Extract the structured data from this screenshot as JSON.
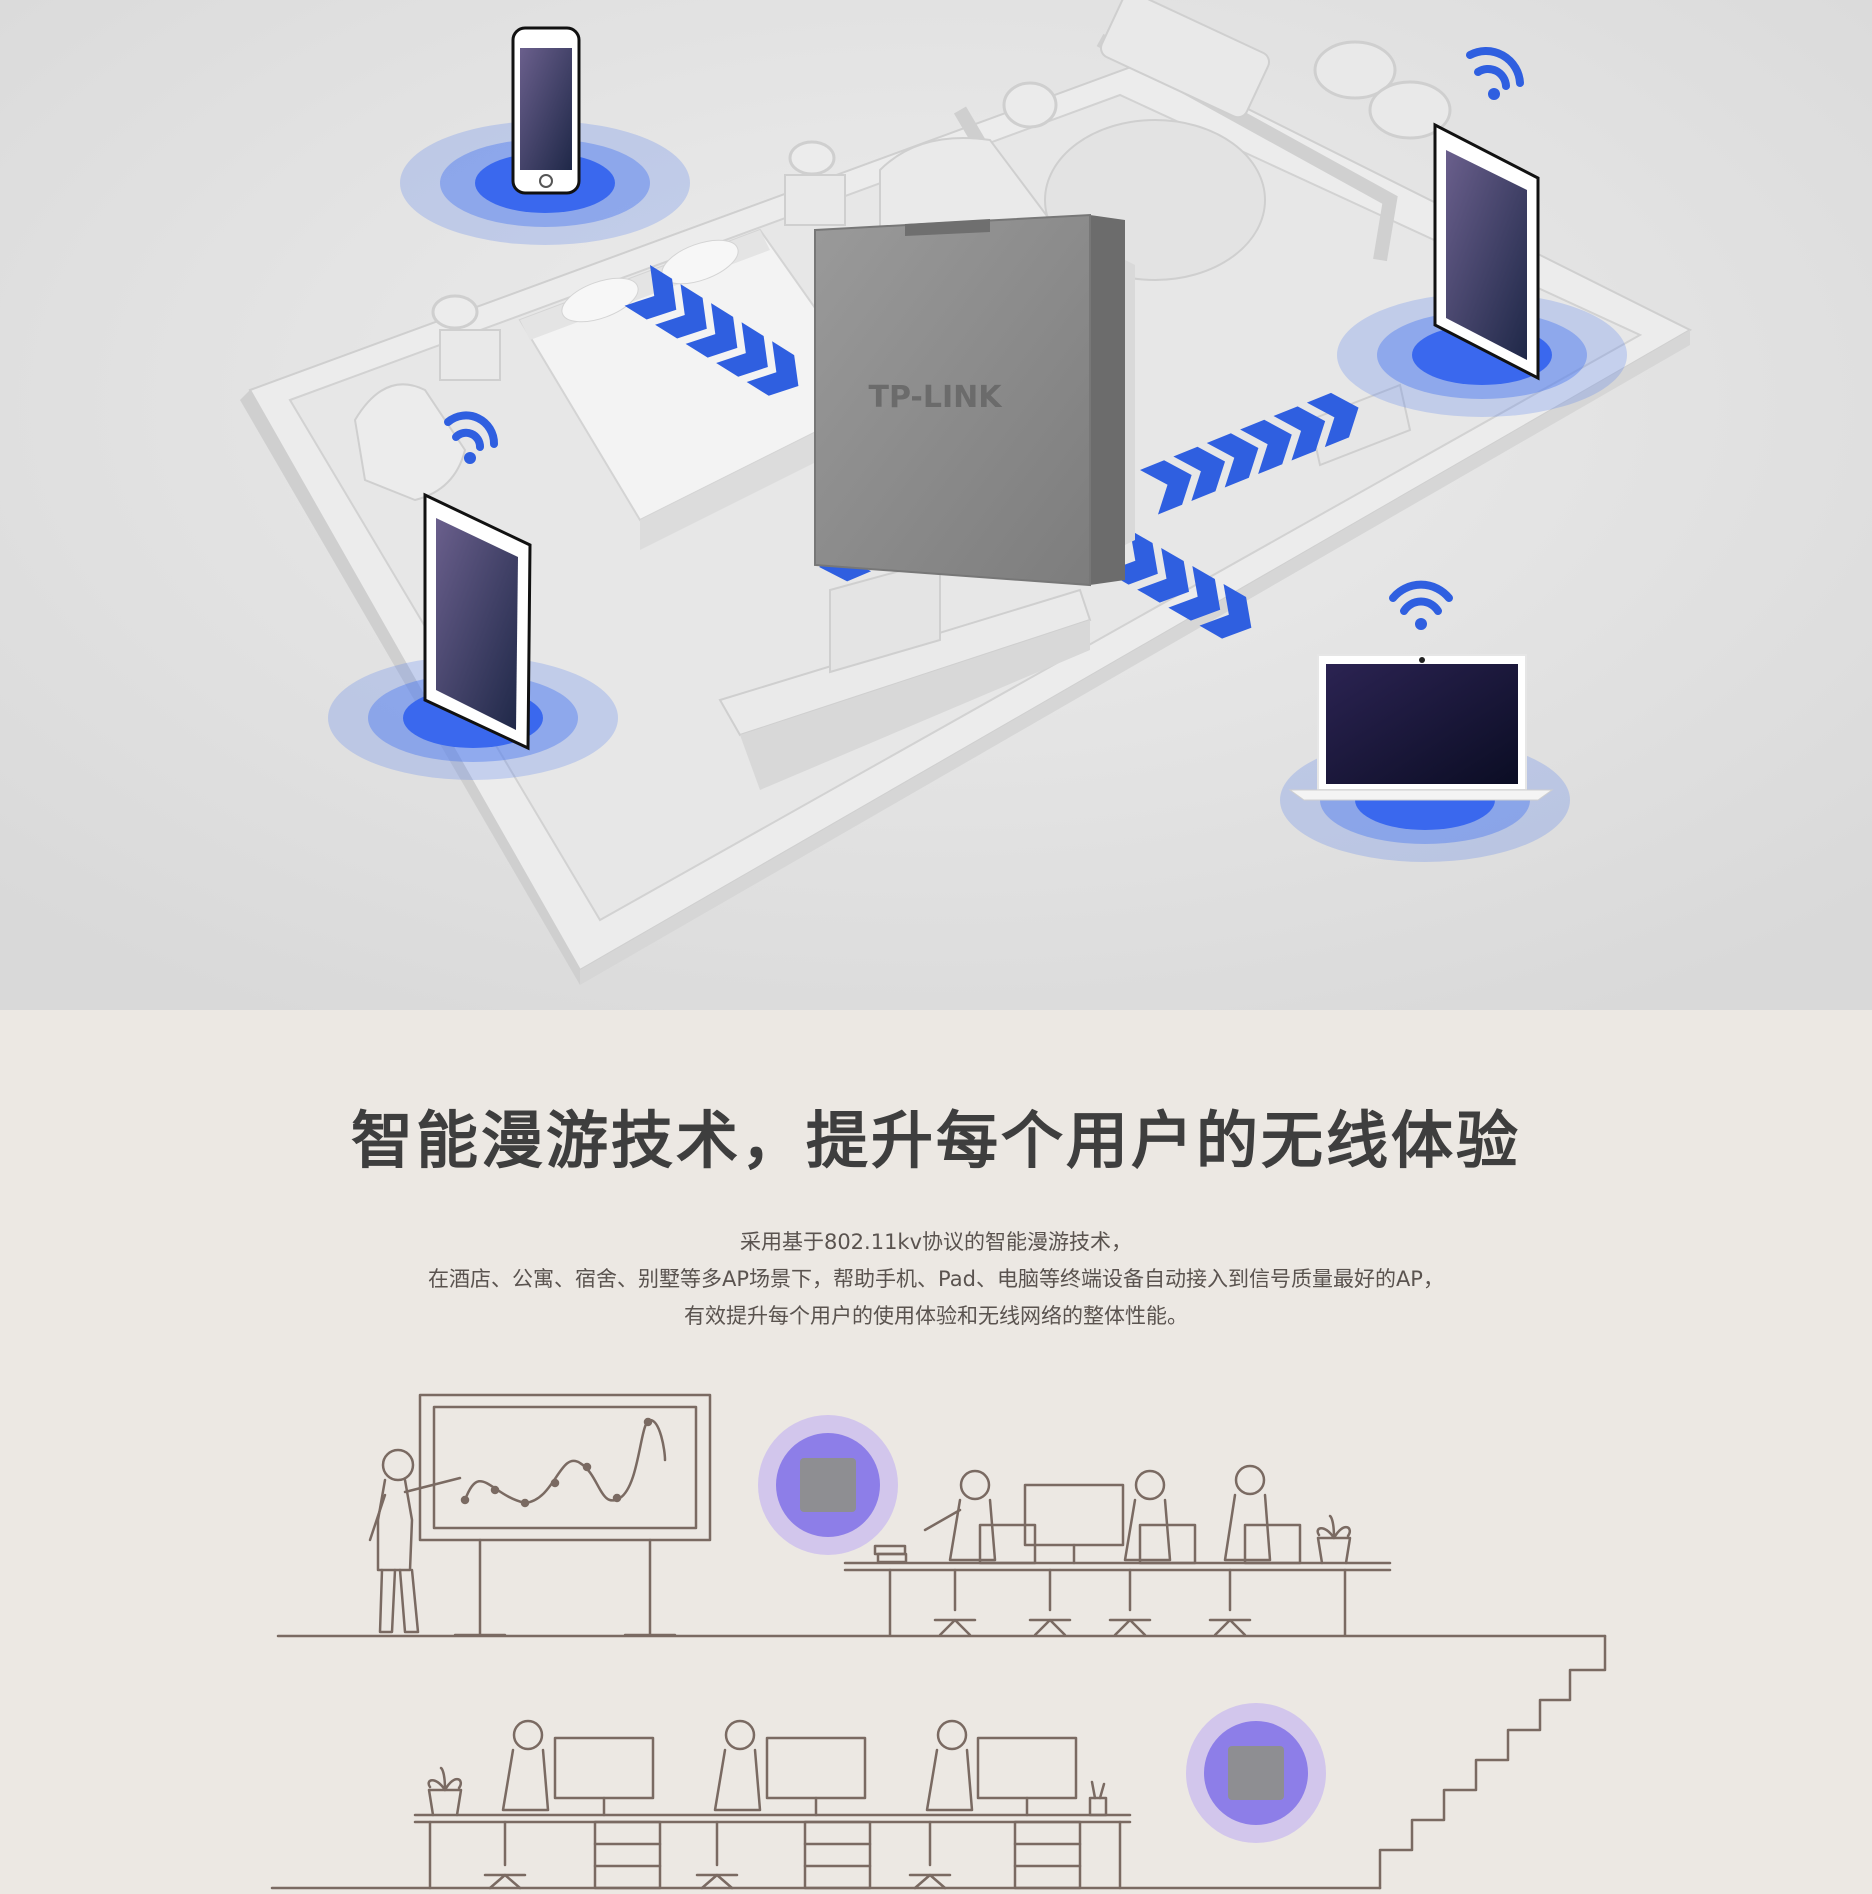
{
  "hero": {
    "device_brand": "TP-LINK"
  },
  "heading": "智能漫游技术，提升每个用户的无线体验",
  "description": [
    "采用基于802.11kv协议的智能漫游技术，",
    "在酒店、公寓、宿舍、别墅等多AP场景下，帮助手机、Pad、电脑等终端设备自动接入到信号质量最好的AP，",
    "有效提升每个用户的使用体验和无线网络的整体性能。"
  ],
  "colors": {
    "accent_blue": "#2f5fe0",
    "signal_ring": "#4f7cf0",
    "line_art": "#7a6a62",
    "ap_glow": "#8d7ee8",
    "background": "#ece8e3"
  },
  "icons": [
    "wifi-icon",
    "phone-icon",
    "tablet-icon",
    "laptop-icon",
    "ap-device-icon"
  ]
}
